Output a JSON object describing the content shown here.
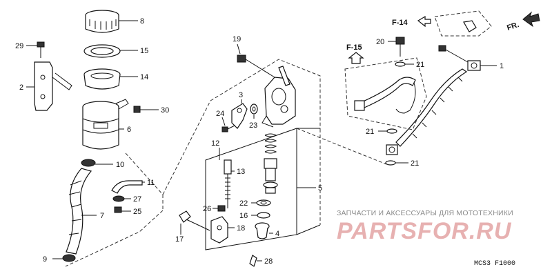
{
  "labels": [
    {
      "id": "p8",
      "text": "8"
    },
    {
      "id": "p29",
      "text": "29"
    },
    {
      "id": "p15",
      "text": "15"
    },
    {
      "id": "p14",
      "text": "14"
    },
    {
      "id": "p2",
      "text": "2"
    },
    {
      "id": "p30",
      "text": "30"
    },
    {
      "id": "p6",
      "text": "6"
    },
    {
      "id": "p10",
      "text": "10"
    },
    {
      "id": "p11",
      "text": "11"
    },
    {
      "id": "p27",
      "text": "27"
    },
    {
      "id": "p25",
      "text": "25"
    },
    {
      "id": "p7",
      "text": "7"
    },
    {
      "id": "p9",
      "text": "9"
    },
    {
      "id": "p19",
      "text": "19"
    },
    {
      "id": "p3",
      "text": "3"
    },
    {
      "id": "p24",
      "text": "24"
    },
    {
      "id": "p23",
      "text": "23"
    },
    {
      "id": "p12",
      "text": "12"
    },
    {
      "id": "p13",
      "text": "13"
    },
    {
      "id": "p5",
      "text": "5"
    },
    {
      "id": "p22",
      "text": "22"
    },
    {
      "id": "p26",
      "text": "26"
    },
    {
      "id": "p16",
      "text": "16"
    },
    {
      "id": "p18",
      "text": "18"
    },
    {
      "id": "p17",
      "text": "17"
    },
    {
      "id": "p4",
      "text": "4"
    },
    {
      "id": "p28",
      "text": "28"
    },
    {
      "id": "p20",
      "text": "20"
    },
    {
      "id": "p21a",
      "text": "21"
    },
    {
      "id": "p21b",
      "text": "21"
    },
    {
      "id": "p21c",
      "text": "21"
    },
    {
      "id": "p1",
      "text": "1"
    }
  ],
  "refs": {
    "f14": "F-14",
    "f15": "F-15",
    "fr": "FR."
  },
  "watermark": {
    "top": "ЗАПЧАСТИ И АКСЕССУАРЫ ДЛЯ МОТОТЕХНИКИ",
    "logo": "PARTSFOR.RU"
  },
  "diagram_code": "MCS3 F1000"
}
